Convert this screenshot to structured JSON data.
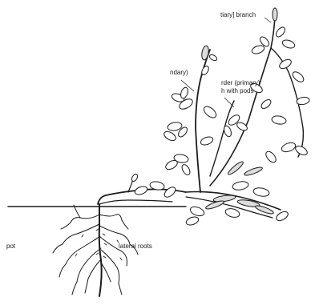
{
  "labels": {
    "upper_branch": "tiary] branch",
    "secondary": "ndary)",
    "primary_line1": "rder (primary)",
    "primary_line2": "h with pods",
    "taproot": "pot",
    "lateral_roots": "lateral roots"
  },
  "colors": {
    "ink": "#1a1a1a",
    "background": "#ffffff"
  }
}
